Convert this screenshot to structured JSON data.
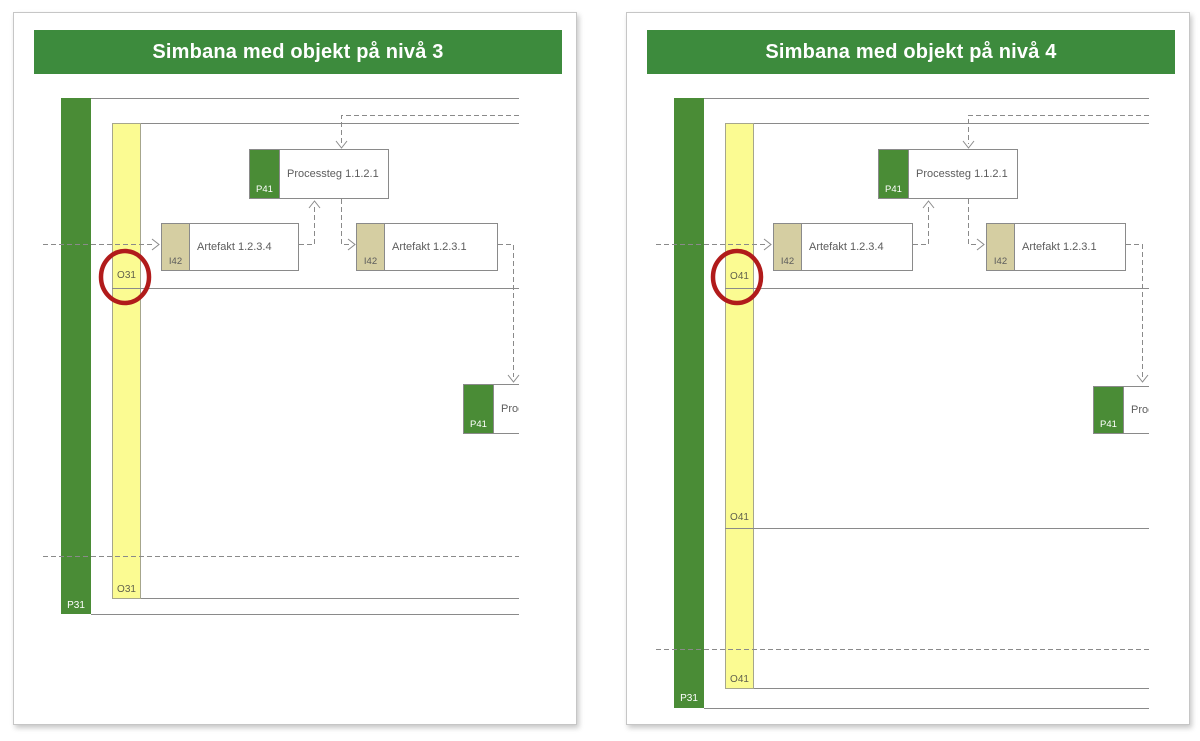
{
  "colors": {
    "title_green": "#3D8B3D",
    "bar_green": "#4A8C36",
    "lane_yellow": "#FBFB92",
    "tag_tan": "#D5CEA2",
    "highlight_red": "#B11B1B",
    "line_gray": "#8A8A8A",
    "text_gray": "#5C5C5C"
  },
  "panels": [
    {
      "title": "Simbana med objekt på nivå 3",
      "process_lane_label": "P31",
      "object_labels": [
        "O31",
        "O31"
      ],
      "boxes": {
        "processteg": {
          "tag": "P41",
          "label": "Processteg 1.1.2.1"
        },
        "artefakt_a": {
          "tag": "I42",
          "label": "Artefakt 1.2.3.4"
        },
        "artefakt_b": {
          "tag": "I42",
          "label": "Artefakt 1.2.3.1"
        },
        "process_clipped": {
          "tag": "P41",
          "label": "Proce"
        }
      }
    },
    {
      "title": "Simbana med objekt på nivå 4",
      "process_lane_label": "P31",
      "object_labels": [
        "O41",
        "O41",
        "O41"
      ],
      "boxes": {
        "processteg": {
          "tag": "P41",
          "label": "Processteg 1.1.2.1"
        },
        "artefakt_a": {
          "tag": "I42",
          "label": "Artefakt 1.2.3.4"
        },
        "artefakt_b": {
          "tag": "I42",
          "label": "Artefakt 1.2.3.1"
        },
        "process_clipped": {
          "tag": "P41",
          "label": "Proce"
        }
      }
    }
  ]
}
